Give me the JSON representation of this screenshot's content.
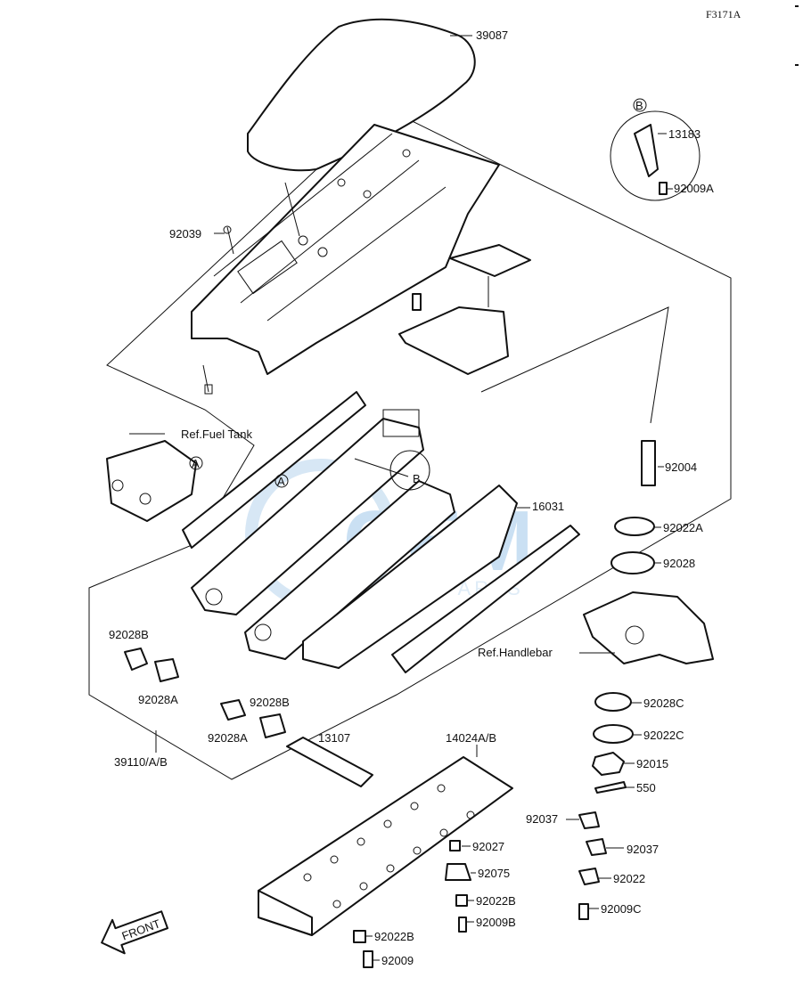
{
  "diagram_code": "F3171A",
  "watermark": {
    "brand": "CEM",
    "subtitle": "MOTORPARTS"
  },
  "callouts": {
    "c39087": "39087",
    "c13183": "13183",
    "c92009A": "92009A",
    "c92039": "92039",
    "refFuelTank": "Ref.Fuel Tank",
    "c92004": "92004",
    "c16031": "16031",
    "c92022A": "92022A",
    "c92028": "92028",
    "refHandlebar": "Ref.Handlebar",
    "c92028B_left": "92028B",
    "c92028A_left": "92028A",
    "c92028B_mid": "92028B",
    "c92028A_mid": "92028A",
    "c92028C": "92028C",
    "c92022C": "92022C",
    "c92015": "92015",
    "c550": "550",
    "c13107": "13107",
    "c14024": "14024A/B",
    "c39110": "39110/A/B",
    "c92037_a": "92037",
    "c92037_b": "92037",
    "c92027": "92027",
    "c92075": "92075",
    "c92022": "92022",
    "c92022B_a": "92022B",
    "c92009B": "92009B",
    "c92009C": "92009C",
    "c92022B_b": "92022B",
    "c92009": "92009",
    "front": "FRONT",
    "refA_1": "A",
    "refA_2": "A",
    "refB_1": "B",
    "refB_2": "B"
  }
}
